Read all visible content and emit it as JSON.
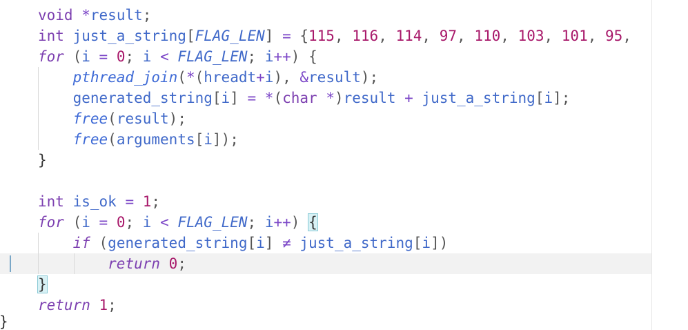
{
  "editor": {
    "lines": [
      [
        {
          "t": "void",
          "c": "kw"
        },
        {
          "t": " ",
          "c": "punc"
        },
        {
          "t": "*",
          "c": "op"
        },
        {
          "t": "result",
          "c": "ident"
        },
        {
          "t": ";",
          "c": "punc"
        }
      ],
      [
        {
          "t": "int",
          "c": "kw"
        },
        {
          "t": " just_a_string",
          "c": "ident"
        },
        {
          "t": "[",
          "c": "punc"
        },
        {
          "t": "FLAG_LEN",
          "c": "macro"
        },
        {
          "t": "]",
          "c": "punc"
        },
        {
          "t": " = ",
          "c": "op"
        },
        {
          "t": "{",
          "c": "punc"
        },
        {
          "t": "115",
          "c": "num"
        },
        {
          "t": ", ",
          "c": "punc"
        },
        {
          "t": "116",
          "c": "num"
        },
        {
          "t": ", ",
          "c": "punc"
        },
        {
          "t": "114",
          "c": "num"
        },
        {
          "t": ", ",
          "c": "punc"
        },
        {
          "t": "97",
          "c": "num"
        },
        {
          "t": ", ",
          "c": "punc"
        },
        {
          "t": "110",
          "c": "num"
        },
        {
          "t": ", ",
          "c": "punc"
        },
        {
          "t": "103",
          "c": "num"
        },
        {
          "t": ", ",
          "c": "punc"
        },
        {
          "t": "101",
          "c": "num"
        },
        {
          "t": ", ",
          "c": "punc"
        },
        {
          "t": "95",
          "c": "num"
        },
        {
          "t": ",",
          "c": "punc"
        }
      ],
      [
        {
          "t": "for",
          "c": "kw-i"
        },
        {
          "t": " (",
          "c": "punc"
        },
        {
          "t": "i",
          "c": "ident"
        },
        {
          "t": " = ",
          "c": "op"
        },
        {
          "t": "0",
          "c": "num"
        },
        {
          "t": "; ",
          "c": "punc"
        },
        {
          "t": "i",
          "c": "ident"
        },
        {
          "t": " < ",
          "c": "op"
        },
        {
          "t": "FLAG_LEN",
          "c": "macro"
        },
        {
          "t": "; ",
          "c": "punc"
        },
        {
          "t": "i",
          "c": "ident"
        },
        {
          "t": "++",
          "c": "op"
        },
        {
          "t": ") {",
          "c": "punc"
        }
      ],
      [
        {
          "t": "    ",
          "c": "punc"
        },
        {
          "t": "pthread_join",
          "c": "fn"
        },
        {
          "t": "(",
          "c": "punc"
        },
        {
          "t": "*",
          "c": "op"
        },
        {
          "t": "(",
          "c": "punc"
        },
        {
          "t": "hreadt",
          "c": "ident"
        },
        {
          "t": "+",
          "c": "op"
        },
        {
          "t": "i",
          "c": "ident"
        },
        {
          "t": "), ",
          "c": "punc"
        },
        {
          "t": "&",
          "c": "op"
        },
        {
          "t": "result",
          "c": "ident"
        },
        {
          "t": ");",
          "c": "punc"
        }
      ],
      [
        {
          "t": "    ",
          "c": "punc"
        },
        {
          "t": "generated_string",
          "c": "ident"
        },
        {
          "t": "[",
          "c": "punc"
        },
        {
          "t": "i",
          "c": "ident"
        },
        {
          "t": "]",
          "c": "punc"
        },
        {
          "t": " = ",
          "c": "op"
        },
        {
          "t": "*",
          "c": "op"
        },
        {
          "t": "(",
          "c": "punc"
        },
        {
          "t": "char",
          "c": "kw"
        },
        {
          "t": " *",
          "c": "op"
        },
        {
          "t": ")",
          "c": "punc"
        },
        {
          "t": "result",
          "c": "ident"
        },
        {
          "t": " + ",
          "c": "op"
        },
        {
          "t": "just_a_string",
          "c": "ident"
        },
        {
          "t": "[",
          "c": "punc"
        },
        {
          "t": "i",
          "c": "ident"
        },
        {
          "t": "];",
          "c": "punc"
        }
      ],
      [
        {
          "t": "    ",
          "c": "punc"
        },
        {
          "t": "free",
          "c": "fn"
        },
        {
          "t": "(",
          "c": "punc"
        },
        {
          "t": "result",
          "c": "ident"
        },
        {
          "t": ");",
          "c": "punc"
        }
      ],
      [
        {
          "t": "    ",
          "c": "punc"
        },
        {
          "t": "free",
          "c": "fn"
        },
        {
          "t": "(",
          "c": "punc"
        },
        {
          "t": "arguments",
          "c": "ident"
        },
        {
          "t": "[",
          "c": "punc"
        },
        {
          "t": "i",
          "c": "ident"
        },
        {
          "t": "]);",
          "c": "punc"
        }
      ],
      [
        {
          "t": "}",
          "c": "brace"
        }
      ],
      [],
      [
        {
          "t": "int",
          "c": "kw"
        },
        {
          "t": " is_ok",
          "c": "ident"
        },
        {
          "t": " = ",
          "c": "op"
        },
        {
          "t": "1",
          "c": "num"
        },
        {
          "t": ";",
          "c": "punc"
        }
      ],
      [
        {
          "t": "for",
          "c": "kw-i"
        },
        {
          "t": " (",
          "c": "punc"
        },
        {
          "t": "i",
          "c": "ident"
        },
        {
          "t": " = ",
          "c": "op"
        },
        {
          "t": "0",
          "c": "num"
        },
        {
          "t": "; ",
          "c": "punc"
        },
        {
          "t": "i",
          "c": "ident"
        },
        {
          "t": " < ",
          "c": "op"
        },
        {
          "t": "FLAG_LEN",
          "c": "macro"
        },
        {
          "t": "; ",
          "c": "punc"
        },
        {
          "t": "i",
          "c": "ident"
        },
        {
          "t": "++",
          "c": "op"
        },
        {
          "t": ") ",
          "c": "punc"
        },
        {
          "t": "{",
          "c": "brace",
          "m": 1
        }
      ],
      [
        {
          "t": "    ",
          "c": "punc"
        },
        {
          "t": "if",
          "c": "kw-i"
        },
        {
          "t": " (",
          "c": "punc"
        },
        {
          "t": "generated_string",
          "c": "ident"
        },
        {
          "t": "[",
          "c": "punc"
        },
        {
          "t": "i",
          "c": "ident"
        },
        {
          "t": "]",
          "c": "punc"
        },
        {
          "t": " ≠ ",
          "c": "op"
        },
        {
          "t": "just_a_string",
          "c": "ident"
        },
        {
          "t": "[",
          "c": "punc"
        },
        {
          "t": "i",
          "c": "ident"
        },
        {
          "t": "])",
          "c": "punc"
        }
      ],
      [
        {
          "t": "        ",
          "c": "punc"
        },
        {
          "t": "return",
          "c": "kw-i"
        },
        {
          "t": " ",
          "c": "punc"
        },
        {
          "t": "0",
          "c": "num"
        },
        {
          "t": ";",
          "c": "punc"
        }
      ],
      [
        {
          "t": "}",
          "c": "brace",
          "m": 1
        }
      ],
      [
        {
          "t": "return",
          "c": "kw-i"
        },
        {
          "t": " ",
          "c": "punc"
        },
        {
          "t": "1",
          "c": "num"
        },
        {
          "t": ";",
          "c": "punc"
        }
      ],
      [
        {
          "t": "}",
          "c": "brace"
        }
      ]
    ],
    "current_line": 12,
    "colors": {
      "background": "#ffffff",
      "current_line_bg": "#f2f2f2",
      "keyword": "#7c3fb0",
      "number": "#a8186a",
      "function": "#3e6ad6",
      "identifier": "#4069c9",
      "bracket_match": "#d8f1f5"
    }
  }
}
